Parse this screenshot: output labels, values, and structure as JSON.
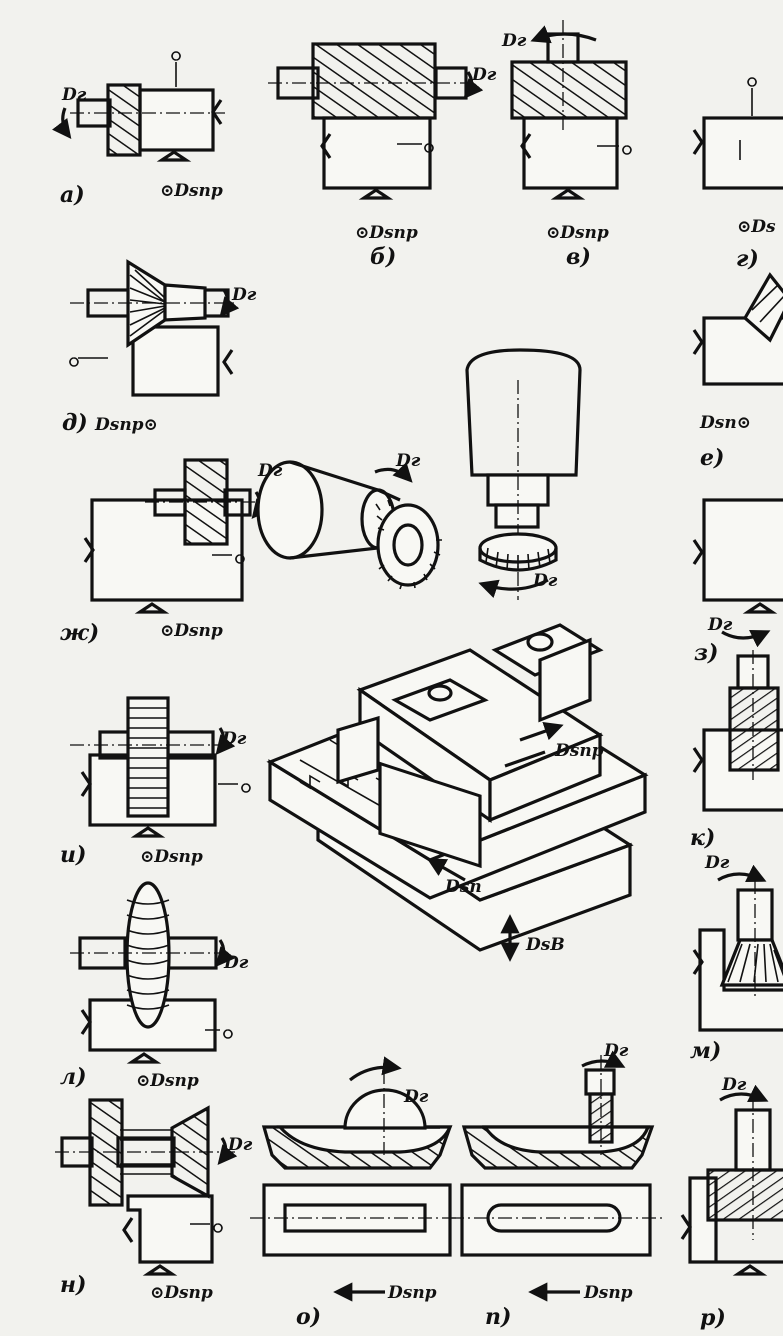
{
  "figure": {
    "panels": [
      {
        "id": "a",
        "caption": "а)",
        "labels": [
          "Dг",
          "⊙Dsnp"
        ]
      },
      {
        "id": "b",
        "caption": "б)",
        "labels": [
          "Dг",
          "⊙Dsnp"
        ]
      },
      {
        "id": "v",
        "caption": "в)",
        "labels": [
          "Dг",
          "⊙Dsnp"
        ]
      },
      {
        "id": "g",
        "caption": "г)",
        "labels": [
          "⊙Ds"
        ]
      },
      {
        "id": "d",
        "caption": "д)",
        "labels": [
          "Dг",
          "Dsnp⊙"
        ]
      },
      {
        "id": "e",
        "caption": "е)",
        "labels": [
          "Dsn⊙"
        ]
      },
      {
        "id": "zh",
        "caption": "ж)",
        "labels": [
          "Dг",
          "Dг",
          "⊙Dsnp"
        ]
      },
      {
        "id": "center",
        "caption": "",
        "labels": [
          "Dг",
          "Dsnp",
          "Dsn",
          "DsB"
        ]
      },
      {
        "id": "z",
        "caption": "з)",
        "labels": [
          "Dг"
        ]
      },
      {
        "id": "i",
        "caption": "и)",
        "labels": [
          "Dг",
          "⊙Dsnp"
        ]
      },
      {
        "id": "k",
        "caption": "к)",
        "labels": []
      },
      {
        "id": "l",
        "caption": "л)",
        "labels": [
          "Dг",
          "⊙Dsnp"
        ]
      },
      {
        "id": "m",
        "caption": "м)",
        "labels": [
          "Dг"
        ]
      },
      {
        "id": "n",
        "caption": "н)",
        "labels": [
          "Dг",
          "⊙Dsnp"
        ]
      },
      {
        "id": "o",
        "caption": "о)",
        "labels": [
          "Dг",
          "Dsnp"
        ]
      },
      {
        "id": "p",
        "caption": "п)",
        "labels": [
          "Dг",
          "Dsnp"
        ]
      },
      {
        "id": "r",
        "caption": "р)",
        "labels": [
          "Dг"
        ]
      }
    ]
  }
}
